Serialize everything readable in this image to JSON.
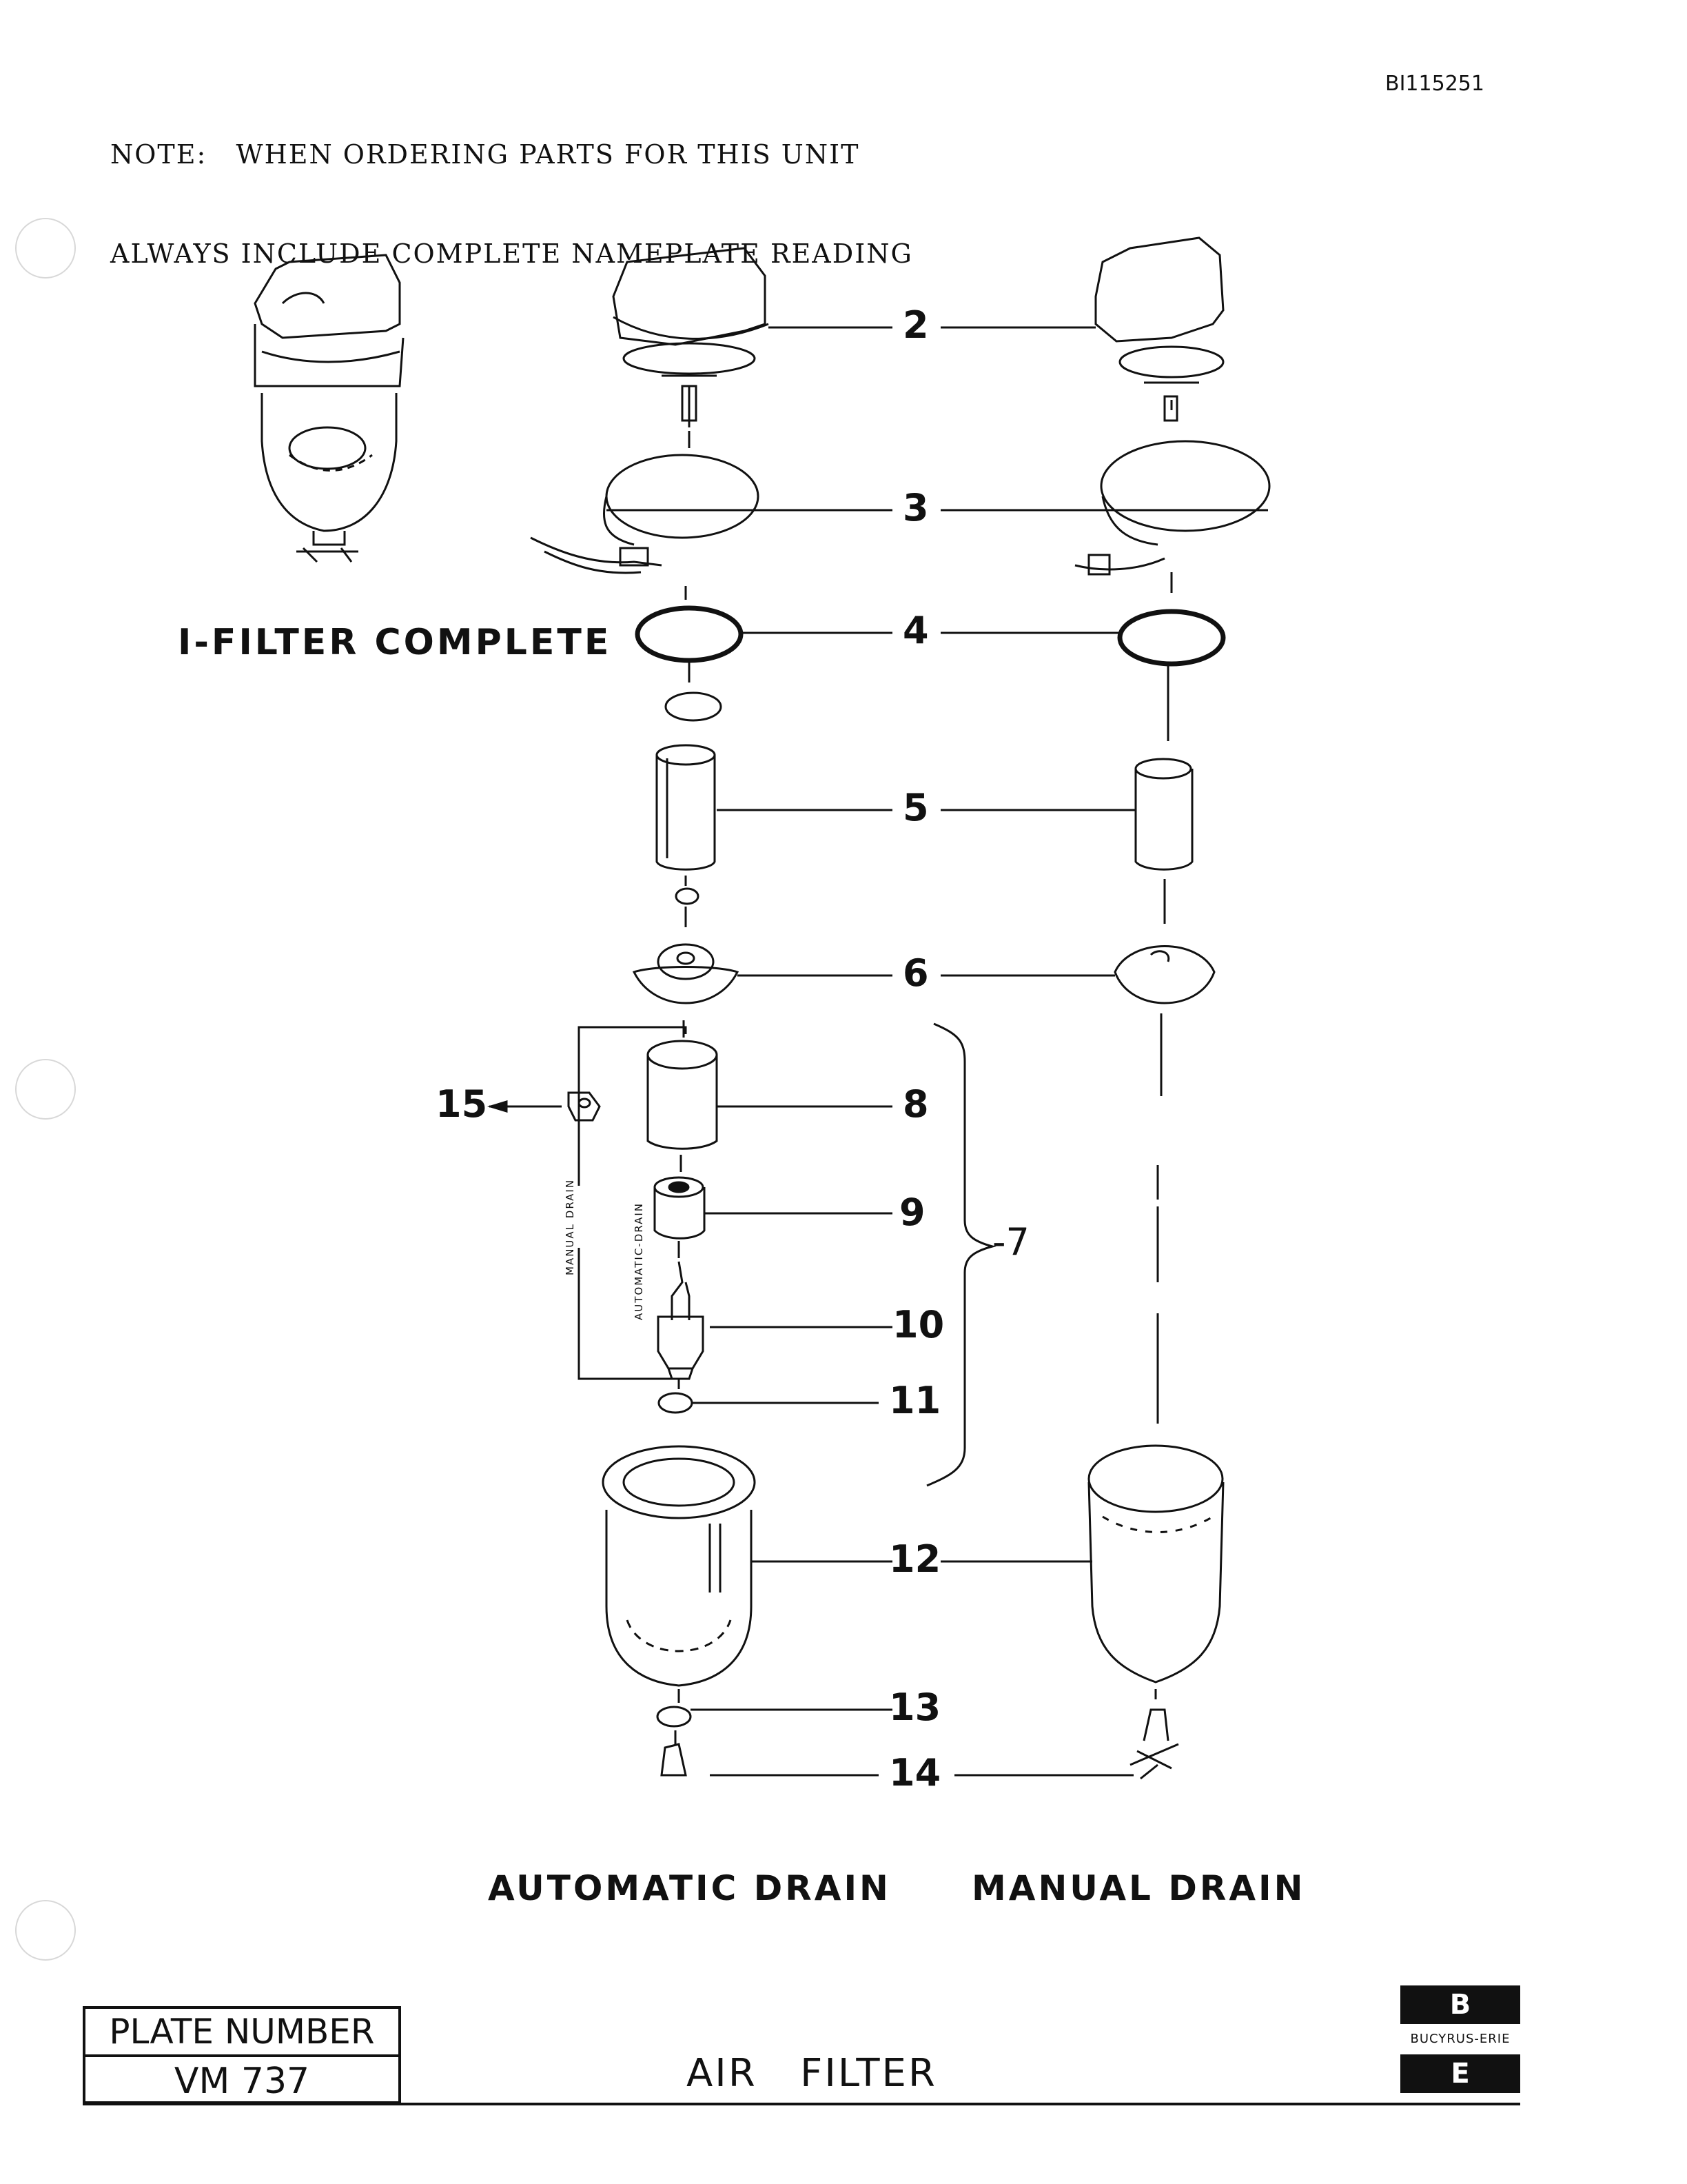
{
  "header": {
    "note_line1": "NOTE:   WHEN ORDERING PARTS FOR THIS UNIT",
    "note_line2": "ALWAYS INCLUDE COMPLETE NAMEPLATE READING",
    "doc_id": "BI115251"
  },
  "diagram": {
    "filter_complete_label": "I-FILTER COMPLETE",
    "automatic_drain_label": "AUTOMATIC DRAIN",
    "manual_drain_label": "MANUAL DRAIN",
    "side_label_manual": "MANUAL DRAIN",
    "side_label_automatic": "AUTOMATIC-DRAIN",
    "callouts": {
      "n2": "2",
      "n3": "3",
      "n4": "4",
      "n5": "5",
      "n6": "6",
      "n7": "-7",
      "n8": "8",
      "n9": "9",
      "n10": "10",
      "n11": "11",
      "n12": "12",
      "n13": "13",
      "n14": "14",
      "n15": "15"
    }
  },
  "footer": {
    "plate_label": "PLATE NUMBER",
    "plate_number": "VM 737",
    "title": "AIR   FILTER",
    "brand": "BUCYRUS-ERIE",
    "logo_top": "B",
    "logo_bottom": "E"
  }
}
